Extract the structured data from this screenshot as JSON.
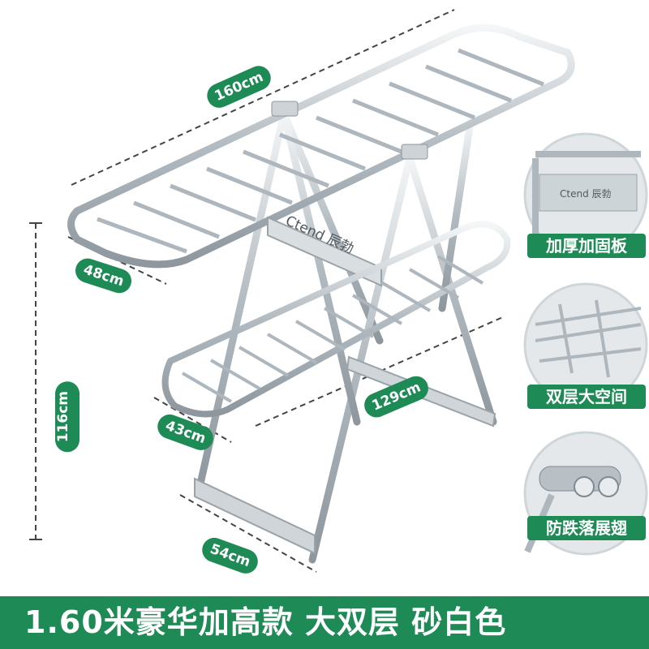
{
  "product": {
    "brand_logo": "Ctend 辰勃",
    "dimensions": {
      "length_top": "160cm",
      "width_top": "48cm",
      "height": "116cm",
      "length_lower": "129cm",
      "width_lower": "43cm",
      "base_width": "54cm"
    },
    "features": [
      {
        "label": "加厚加固板",
        "icon": "reinforced-plate-icon"
      },
      {
        "label": "双层大空间",
        "icon": "double-layer-icon"
      },
      {
        "label": "防跌落展翅",
        "icon": "anti-fall-wing-icon"
      }
    ],
    "banner": "1.60米豪华加高款  大双层  砂白色"
  },
  "colors": {
    "accent": "#1e8a55",
    "metal": "#b9c2c8",
    "background": "#ffffff"
  }
}
